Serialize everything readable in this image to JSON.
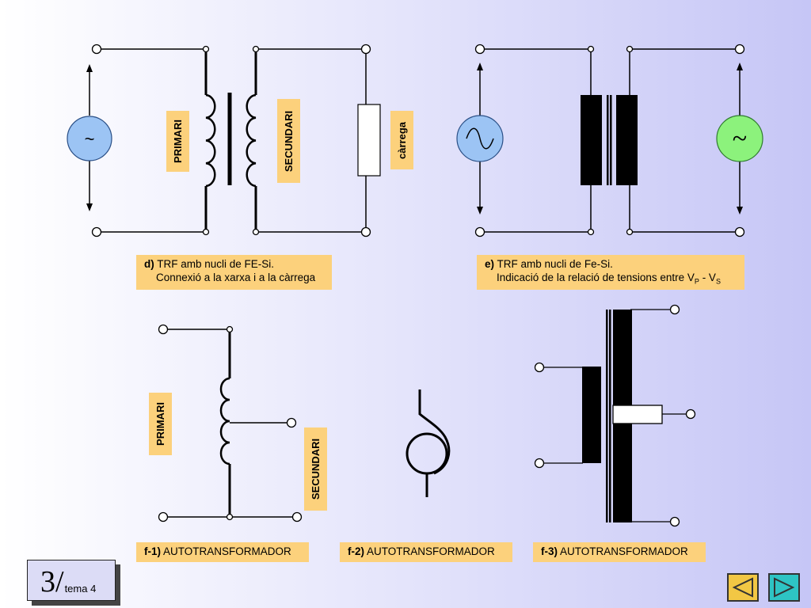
{
  "diagram_d": {
    "source_symbol": "~",
    "primary_label": "PRIMARI",
    "secondary_label": "SECUNDARI",
    "load_label": "càrrega",
    "caption_prefix": "d)",
    "caption_line1": "TRF amb nucli de FE-Si.",
    "caption_line2": "Connexió a la xarxa i a la càrrega"
  },
  "diagram_e": {
    "output_symbol": "~",
    "caption_prefix": "e)",
    "caption_line1": "TRF amb nucli de Fe-Si.",
    "caption_line2": "Indicació de la relació de tensions entre V",
    "sub_p": "P",
    "caption_mid": " - V",
    "sub_s": "S"
  },
  "diagram_f1": {
    "primary_label": "PRIMARI",
    "secondary_label": "SECUNDARI",
    "caption_prefix": "f-1)",
    "caption_text": "AUTOTRANSFORMADOR"
  },
  "diagram_f2": {
    "caption_prefix": "f-2)",
    "caption_text": "AUTOTRANSFORMADOR"
  },
  "diagram_f3": {
    "caption_prefix": "f-3)",
    "caption_text": "AUTOTRANSFORMADOR"
  },
  "page": {
    "number": "3/",
    "subtitle": "tema 4"
  },
  "colors": {
    "label_bg": "#fcd17c",
    "source_blue": "#9cc4f4",
    "source_green": "#8cf27c",
    "nav_prev": "#f2c744",
    "nav_next": "#2ec4c4"
  }
}
